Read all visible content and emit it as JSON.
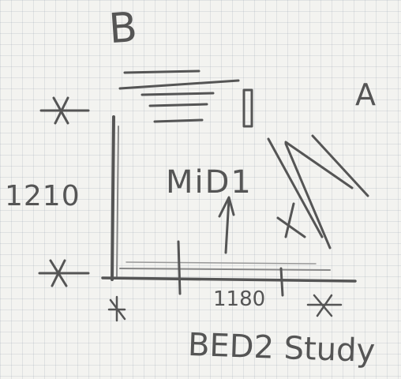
{
  "sketch": {
    "corner_label_top": "B",
    "corner_label_right": "A",
    "room_label": "MiD1",
    "height_dimension": "1210",
    "width_dimension": "1180",
    "caption": "BED2 Study"
  },
  "colors": {
    "paper": "#f3f3f0",
    "grid": "#a0aab9",
    "pencil": "#555555"
  }
}
